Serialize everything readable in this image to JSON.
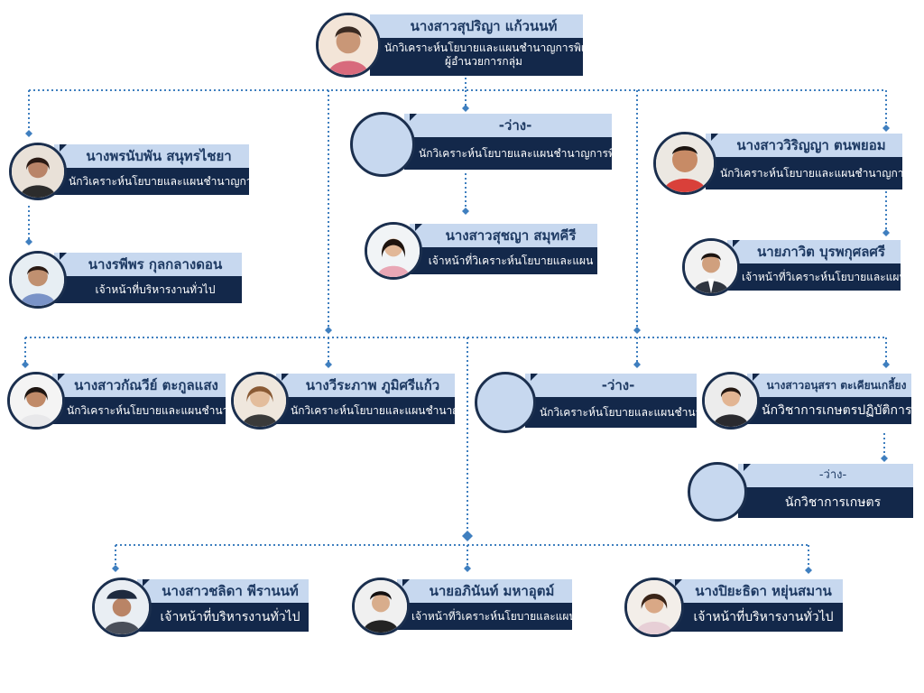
{
  "people": {
    "head": {
      "name": "นางสาวสุปริญา แก้วนนท์",
      "title_line1": "นักวิเคราะห์นโยบายและแผนชำนาญการพิเศษ",
      "title_line2": "ผู้อำนวยการกลุ่ม"
    },
    "l1": {
      "name": "นางพรนับพัน สนุทรไชยา",
      "title": "นักวิเคราะห์นโยบายและแผนชำนาญการ"
    },
    "l2": {
      "name": "นางรพีพร กุลกลางดอน",
      "title": "เจ้าหน้าที่บริหารงานทั่วไป"
    },
    "c1": {
      "name": "-ว่าง-",
      "title": "นักวิเคราะห์นโยบายและแผนชำนาญการพิเศษ"
    },
    "c2": {
      "name": "นางสาวสุชญา สมุทคีรี",
      "title": "เจ้าหน้าที่วิเคราะห์นโยบายและแผน"
    },
    "r1": {
      "name": "นางสาววิริญญา ตนพยอม",
      "title": "นักวิเคราะห์นโยบายและแผนชำนาญการ"
    },
    "r2": {
      "name": "นายภาวิต บุรพกุศลศรี",
      "title": "เจ้าหน้าที่วิเคราะห์นโยบายและแผน"
    },
    "m1": {
      "name": "นางสาวกัณวีย์ ตะกูลแสง",
      "title": "นักวิเคราะห์นโยบายและแผนชำนาญการ"
    },
    "m2": {
      "name": "นางวีระภาพ ภูมิศรีแก้ว",
      "title": "นักวิเคราะห์นโยบายและแผนชำนาญการ"
    },
    "m3": {
      "name": "-ว่าง-",
      "title": "นักวิเคราะห์นโยบายและแผนชำนาญการ"
    },
    "m4": {
      "name": "นางสาวอนุสรา ตะเคียนเกลี้ยง",
      "title": "นักวิชาการเกษตรปฏิบัติการ"
    },
    "m5": {
      "name": "-ว่าง-",
      "title": "นักวิชาการเกษตร"
    },
    "b1": {
      "name": "นางสาวชลิดา พีรานนท์",
      "title": "เจ้าหน้าที่บริหารงานทั่วไป"
    },
    "b2": {
      "name": "นายอภินันท์ มหาอุตม์",
      "title": "เจ้าหน้าที่วิเคราะห์นโยบายและแผน"
    },
    "b3": {
      "name": "นางปิยะธิดา หยุ่นสมาน",
      "title": "เจ้าหน้าที่บริหารงานทั่วไป"
    }
  },
  "colors": {
    "name_band": "#c7d8ef",
    "title_band": "#13284a",
    "connector": "#3f7fbf",
    "vacant_photo": "#c7d8ef"
  }
}
